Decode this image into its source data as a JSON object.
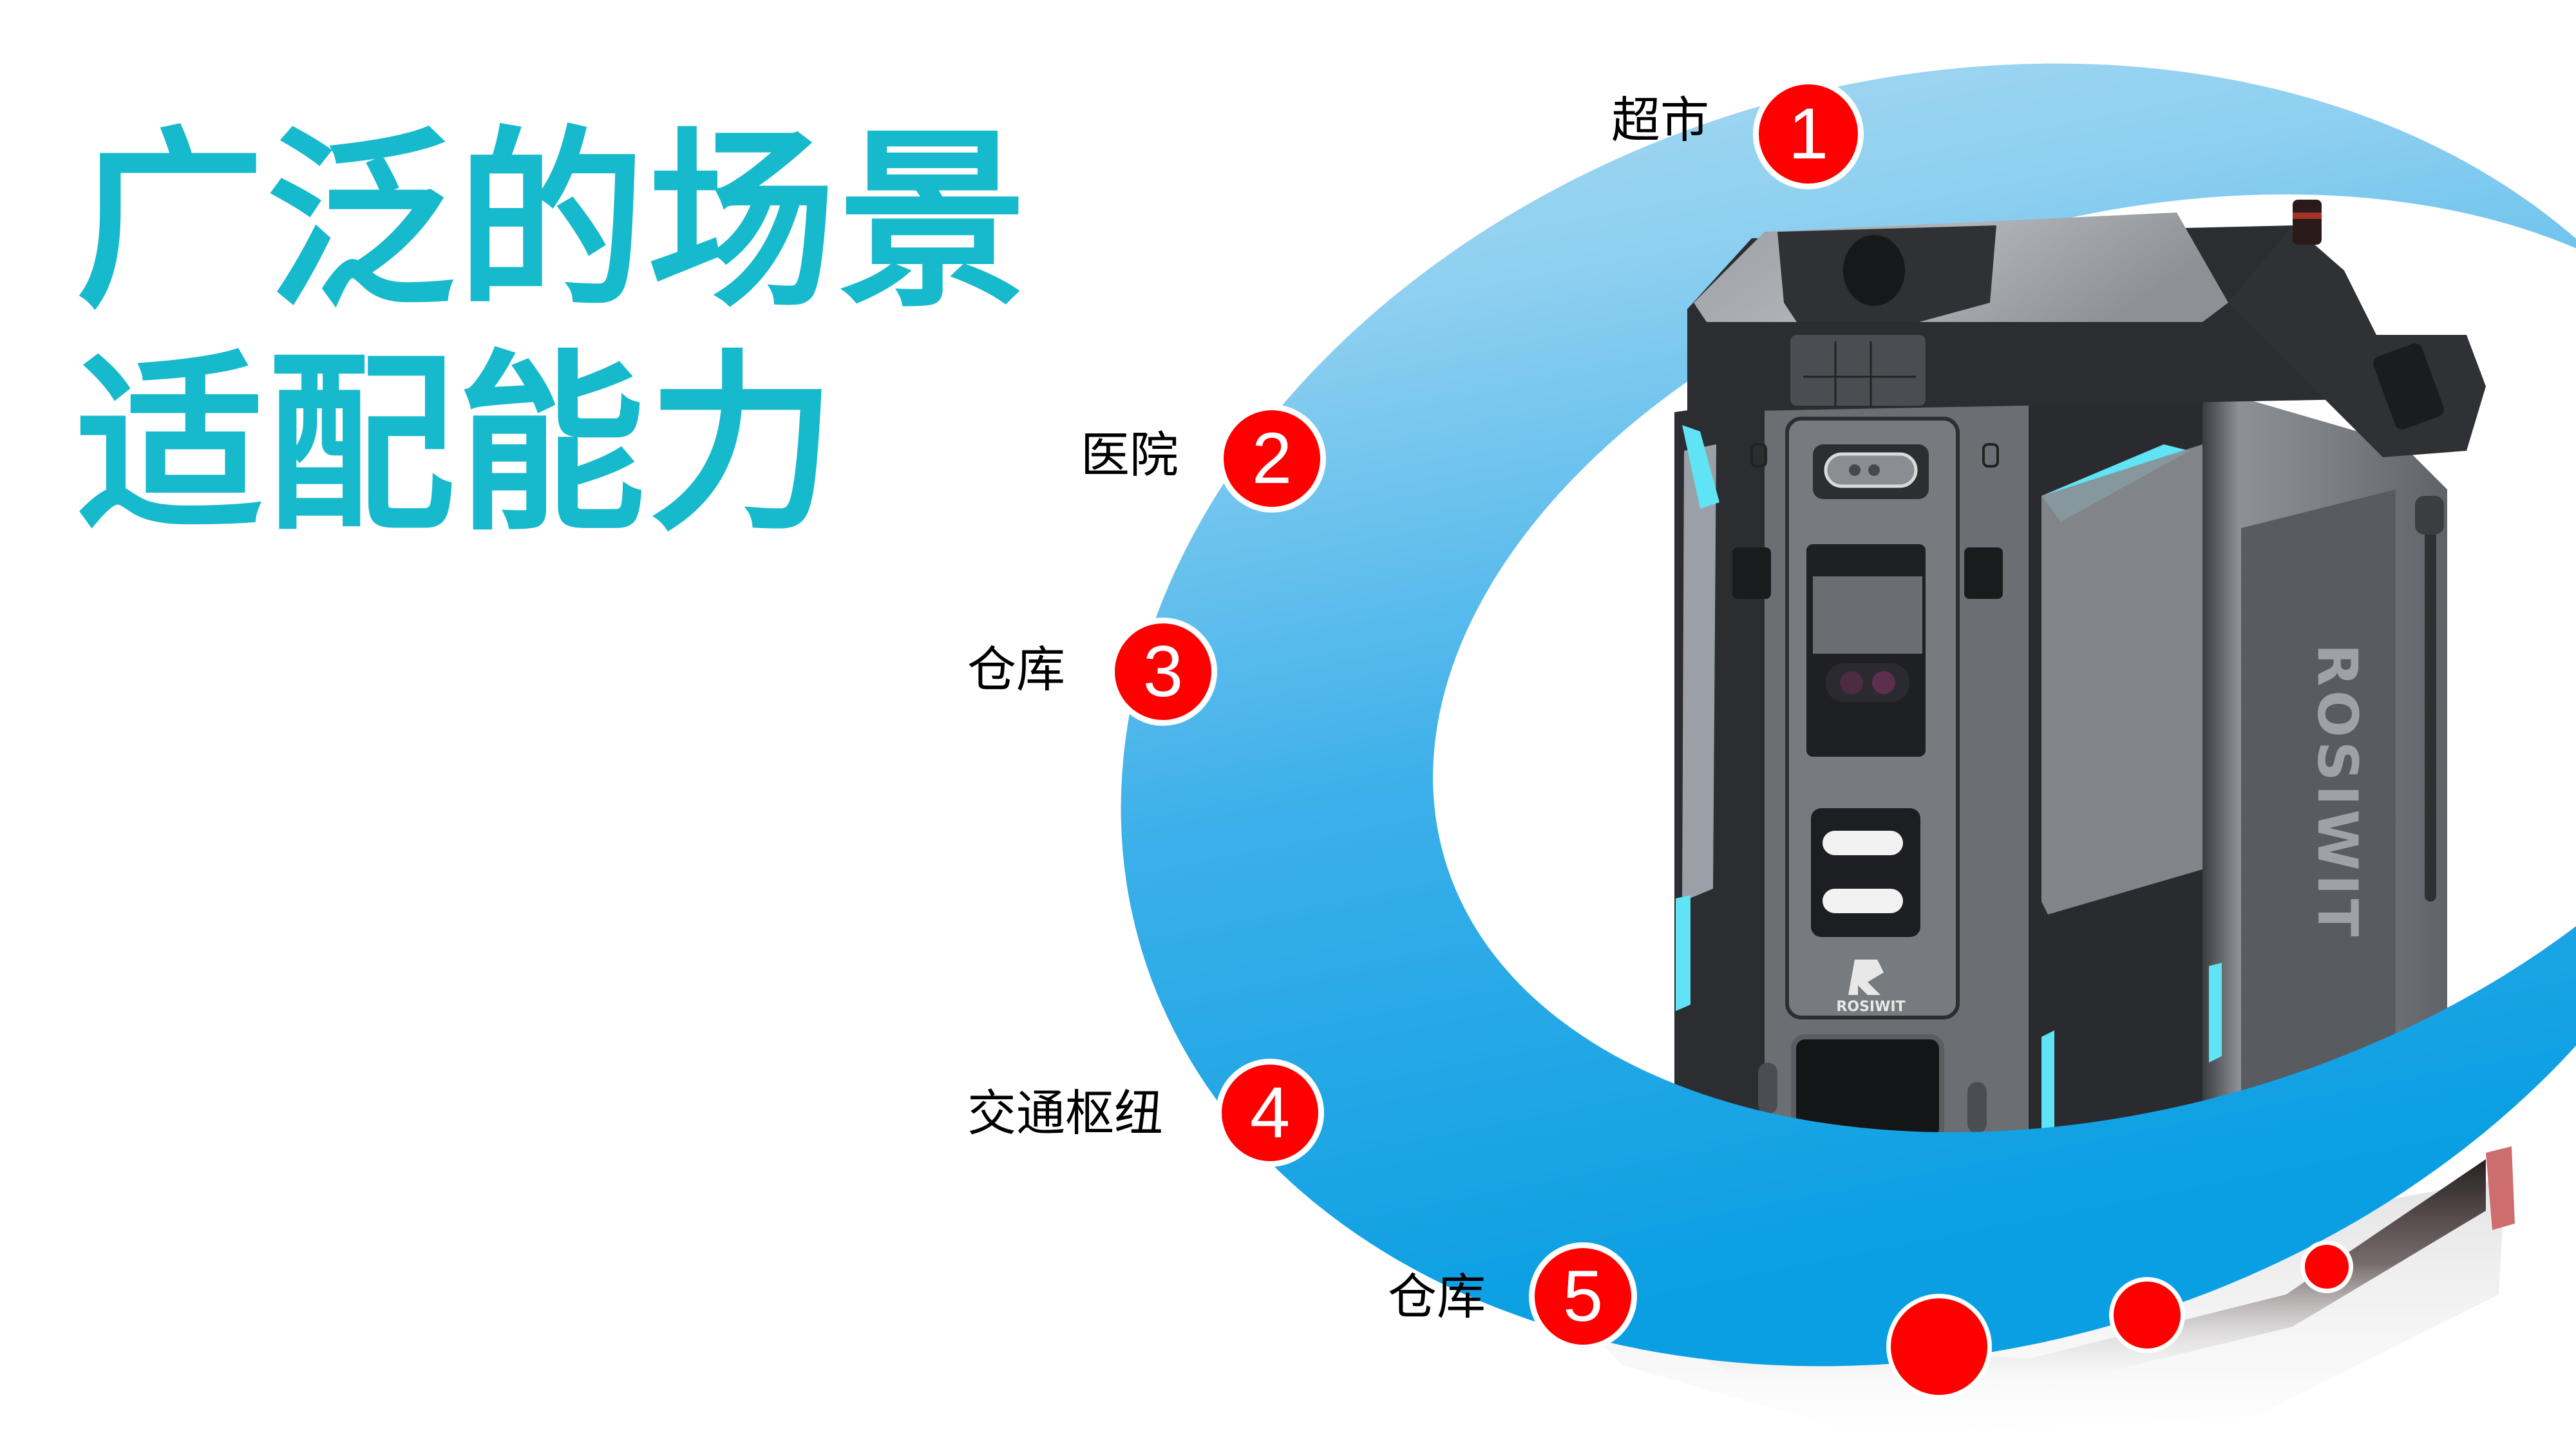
{
  "slide": {
    "title_line1": "广泛的场景",
    "title_line2": "适配能力",
    "title_color": "#17B9CD"
  },
  "scenes": [
    {
      "number": "1",
      "label": "超市"
    },
    {
      "number": "2",
      "label": "医院"
    },
    {
      "number": "3",
      "label": "仓库"
    },
    {
      "number": "4",
      "label": "交通枢纽"
    },
    {
      "number": "5",
      "label": "仓库"
    }
  ],
  "extra_dots": 3,
  "robot": {
    "brand_front": "ROSIWIT",
    "brand_side": "ROSIWIT"
  },
  "colors": {
    "badge_red": "#FF0000",
    "ring_light": "#B8E0F4",
    "ring_dark": "#0BA0E4",
    "accent_cyan_led": "#5FE3F5"
  }
}
